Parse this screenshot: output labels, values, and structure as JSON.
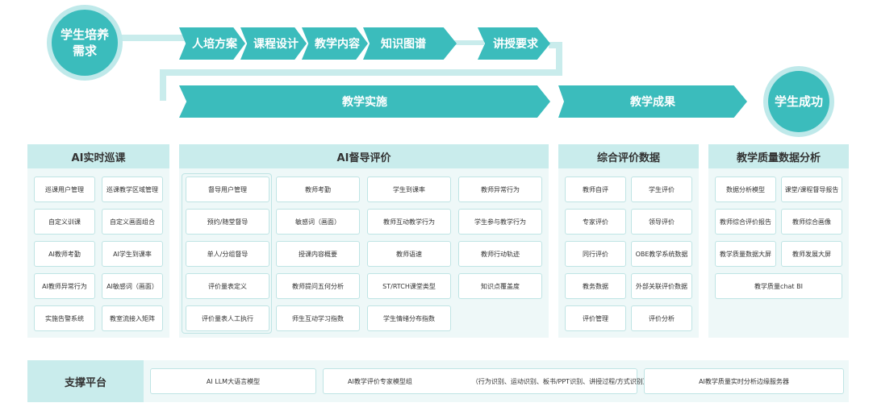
{
  "flow": {
    "start": "学生培养需求",
    "start_line1": "学生培养",
    "start_line2": "需求",
    "steps": [
      "人培方案",
      "课程设计",
      "教学内容",
      "知识图谱",
      "讲授要求"
    ],
    "implementation": "教学实施",
    "outcome": "教学成果",
    "end": "学生成功"
  },
  "panels": {
    "patrol": {
      "title": "AI实时巡课",
      "items": [
        "巡课用户管理",
        "巡课教学区域管理",
        "自定义训课",
        "自定义画面组合",
        "AI教师考勤",
        "AI学生到课率",
        "AI教师异常行为",
        "AI敏感词（画面）",
        "实施告警系统",
        "教室流接入矩阵"
      ]
    },
    "supervision": {
      "title": "AI督导评价",
      "col1": [
        "督导用户管理",
        "预约/随堂督导",
        "单人/分组督导",
        "评价量表定义",
        "评价量表人工执行"
      ],
      "col2": [
        "教师考勤",
        "敏感词（画面）",
        "授课内容概要",
        "教师提问五何分析",
        "师生互动学习指数"
      ],
      "col3": [
        "学生到课率",
        "教师互动教学行为",
        "教师语速",
        "ST/RTCH课堂类型",
        "学生情绪分布指数"
      ],
      "col4": [
        "教师异常行为",
        "学生参与教学行为",
        "教师行动轨迹",
        "知识点覆盖度"
      ]
    },
    "evaluation": {
      "title": "综合评价数据",
      "items": [
        "教师自评",
        "学生评价",
        "专家评价",
        "领导评价",
        "同行评价",
        "OBE教学系统数据",
        "教务数据",
        "外部关联评价数据",
        "评价管理",
        "评价分析"
      ]
    },
    "quality": {
      "title": "教学质量数据分析",
      "items": [
        "数据分析模型",
        "课堂/课程督导报告",
        "教师综合评价报告",
        "教师综合画像",
        "教学质量数据大屏",
        "教师发展大屏"
      ],
      "wide": "教学质量chat BI"
    }
  },
  "support": {
    "label": "支撑平台",
    "llm": "AI LLM大语言模型",
    "expert": "AI教学评价专家模型组",
    "expert_detail": "（行为识别、运动识别、板书/PPT识别、讲授过程/方式识别）",
    "service": "AI教学质量实时分析边缘服务器"
  },
  "colors": {
    "teal": "#3bbcbc",
    "light_teal": "#c9ecec",
    "panel_bg": "#eef8f8"
  }
}
